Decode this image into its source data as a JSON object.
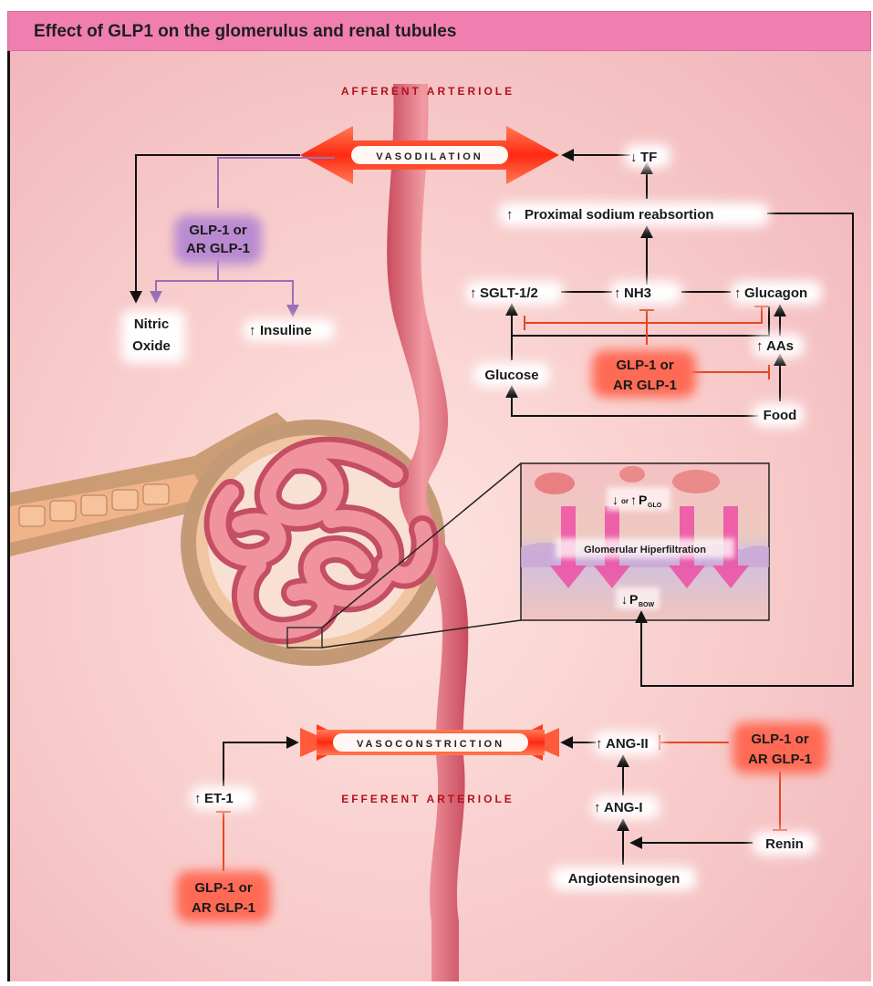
{
  "title": "Effect of GLP1 on the glomerulus and renal tubules",
  "labels": {
    "afferent_arteriole": "AFFERENT ARTERIOLE",
    "efferent_arteriole": "EFFERENT ARTERIOLE",
    "vasodilation": "VASODILATION",
    "vasoconstriction": "VASOCONSTRICTION",
    "glp1_purple": [
      "GLP-1 or",
      "AR GLP-1"
    ],
    "nitric_oxide": [
      "Nitric",
      "Oxide"
    ],
    "insuline": "Insuline",
    "tf": "TF",
    "proximal": "Proximal sodium reabsortion",
    "sglt": "SGLT-1/2",
    "nh3": "NH3",
    "glucagon": "Glucagon",
    "aas": "AAs",
    "glucose": "Glucose",
    "food": "Food",
    "glp1_center": [
      "GLP-1 or",
      "AR GLP-1"
    ],
    "p_glo_prefix": "or",
    "p_glo": "P",
    "p_glo_sub": "GLO",
    "hiperfiltration": "Glomerular Hiperfiltration",
    "p_bow": "P",
    "p_bow_sub": "BOW",
    "et1": "ET-1",
    "glp1_bottom_left": [
      "GLP-1 or",
      "AR GLP-1"
    ],
    "ang2": "ANG-II",
    "ang1": "ANG-I",
    "angiotensinogen": "Angiotensinogen",
    "renin": "Renin",
    "glp1_right": [
      "GLP-1 or",
      "AR GLP-1"
    ]
  },
  "colors": {
    "title_bar": "#f07fb0",
    "background": "#f7cfcf",
    "arrow_red": "#ff3b1f",
    "inhibit_red": "#e4471f",
    "purple": "#9a6fb8",
    "label_dark_red": "#b3121d",
    "vessel": "#e77a84"
  }
}
